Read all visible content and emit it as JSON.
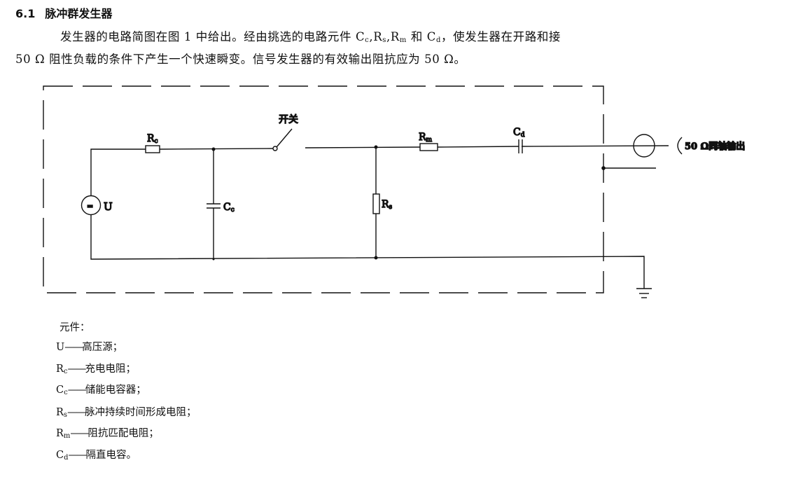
{
  "section": {
    "number": "6.1",
    "title": "脉冲群发生器"
  },
  "paragraph": {
    "line1_a": "发生器的电路简图在图 1 中给出。经由挑选的电路元件 ",
    "line1_b": "，使发生器在开路和接",
    "line2": "50 Ω 阻性负载的条件下产生一个快速瞬变。信号发生器的有效输出阻抗应为 50 Ω。",
    "components_inline": [
      {
        "main": "C",
        "sub": "c",
        "sep": ","
      },
      {
        "main": "R",
        "sub": "s",
        "sep": ","
      },
      {
        "main": "R",
        "sub": "m",
        "sep": " 和 "
      },
      {
        "main": "C",
        "sub": "d",
        "sep": ""
      }
    ]
  },
  "diagram": {
    "switch_label": "开关",
    "labels": {
      "U": "U",
      "Rc": {
        "main": "R",
        "sub": "c"
      },
      "Cc": {
        "main": "C",
        "sub": "c"
      },
      "Rs": {
        "main": "R",
        "sub": "s"
      },
      "Rm": {
        "main": "R",
        "sub": "m"
      },
      "Cd": {
        "main": "C",
        "sub": "d"
      }
    },
    "source_symbol": "=",
    "output_label": "50 Ω同轴输出"
  },
  "legend": {
    "heading": "元件：",
    "dash": "——",
    "items": [
      {
        "main": "U",
        "sub": "",
        "desc": "高压源；"
      },
      {
        "main": "R",
        "sub": "c",
        "desc": "充电电阻；"
      },
      {
        "main": "C",
        "sub": "c",
        "desc": "储能电容器；"
      },
      {
        "main": "R",
        "sub": "s",
        "desc": "脉冲持续时间形成电阻；"
      },
      {
        "main": "R",
        "sub": "m",
        "desc": "阻抗匹配电阻；"
      },
      {
        "main": "C",
        "sub": "d",
        "desc": "隔直电容。"
      }
    ]
  }
}
